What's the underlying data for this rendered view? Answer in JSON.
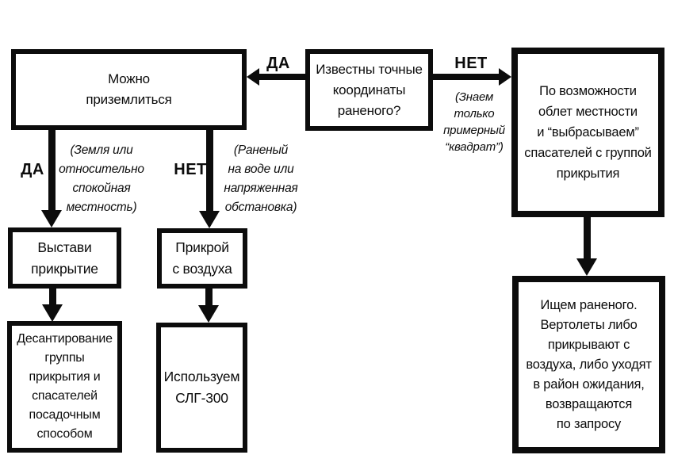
{
  "diagram": {
    "title": "Rescue decision flowchart (Russian)",
    "colors": {
      "ink": "#0c0c0c",
      "background": "#ffffff"
    },
    "nodes": {
      "can_land": "Можно\nприземлиться",
      "coords_known": "Известны точные\nкоординаты\nраненого?",
      "overfly": "По возможности\nоблет местности\nи “выбрасываем”\nспасателей с группой\nприкрытия",
      "search_wounded": "Ищем раненого.\nВертолеты либо\nприкрывают с\nвоздуха, либо уходят\nв район ожидания,\nвозвращаются\nпо запросу",
      "set_cover": "Выстави\nприкрытие",
      "air_cover": "Прикрой\nс воздуха",
      "landing_method": "Десантирование\nгруппы\nприкрытия и\nспасателей\nпосадочным\nспособом",
      "use_slg": "Используем\nСЛГ-300"
    },
    "labels": {
      "yes_top": "ДА",
      "no_top": "НЕТ",
      "yes_left": "ДА",
      "no_mid": "НЕТ"
    },
    "notes": {
      "quadrat": "(Знаем\nтолько\nпримерный\n“квадрат”)",
      "ground": "(Земля или\nотносительно\nспокойная\nместность)",
      "water": "(Раненый\nна воде или\nнапряженная\nобстановка)"
    }
  }
}
